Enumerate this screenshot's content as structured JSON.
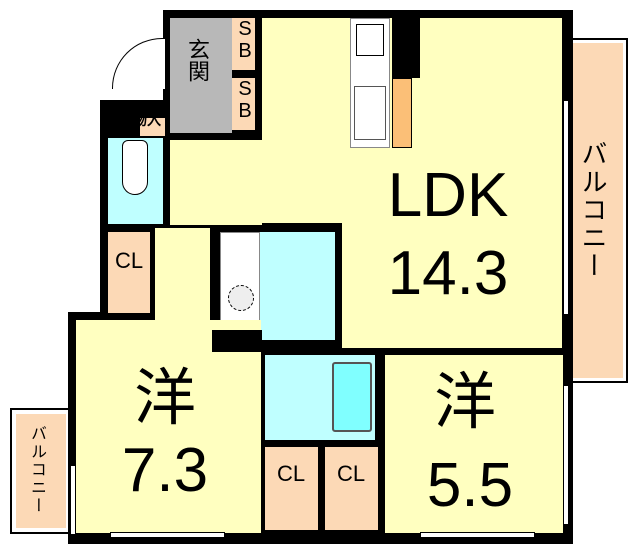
{
  "rooms": {
    "ldk": {
      "label": "LDK",
      "size": "14.3"
    },
    "western1": {
      "label": "洋",
      "size": "7.3"
    },
    "western2": {
      "label": "洋",
      "size": "5.5"
    },
    "entrance": {
      "label": "玄関"
    },
    "storage": {
      "label": "物入"
    },
    "shoebox1": {
      "label": "SB"
    },
    "shoebox2": {
      "label": "SB"
    },
    "closet1": {
      "label": "CL"
    },
    "closet2": {
      "label": "CL"
    },
    "closet3": {
      "label": "CL"
    },
    "balcony_right": {
      "label": "バルコニー"
    },
    "balcony_left": {
      "label": "バルコニー"
    }
  },
  "colors": {
    "room": "#ffffc0",
    "storage": "#fcd9b6",
    "wet": "#bfffff",
    "entrance": "#b8b8b8",
    "tub": "#80ffff",
    "kitchen_counter": "#fbbf77"
  }
}
